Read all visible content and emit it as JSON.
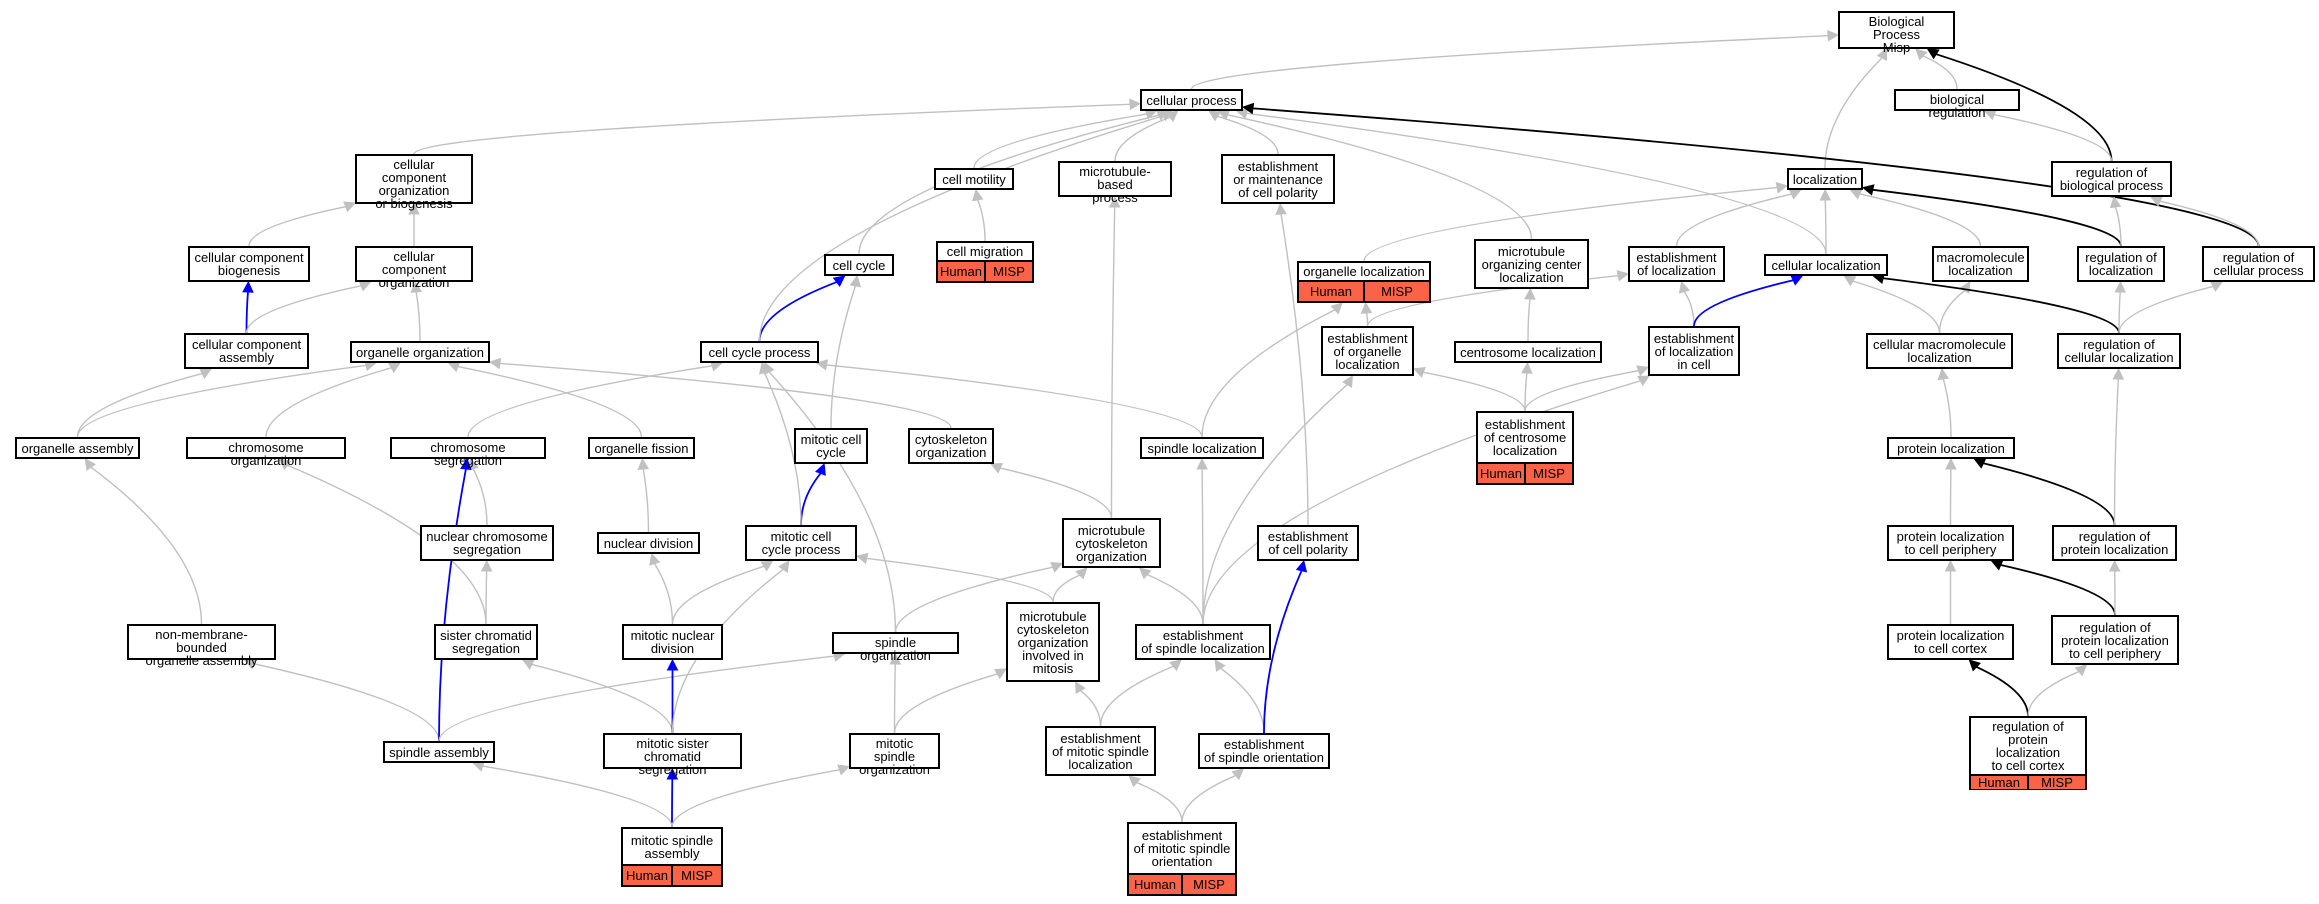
{
  "colors": {
    "gray": "#c0c0c0",
    "black": "#000000",
    "blue": "#0000ff",
    "annotation": "#fa6348"
  },
  "nodes": {
    "bp": "Biological Process\nMisp",
    "cp": "cellular process",
    "breg": "biological regulation",
    "ccob": "cellular component\norganization\nor biogenesis",
    "motil": "cell motility",
    "mtbp": "microtubule-based\nprocess",
    "estpol": "establishment\nor maintenance\nof cell polarity",
    "loc": "localization",
    "regbp": "regulation of\nbiological process",
    "ccb": "cellular component\nbiogenesis",
    "cco": "cellular component\norganization",
    "cc": "cell cycle",
    "migr": "cell migration",
    "orgloc": "organelle localization",
    "mtoc": "microtubule\norganizing center\nlocalization",
    "estloc": "establishment\nof localization",
    "cellloc": "cellular localization",
    "macloc": "macromolecule\nlocalization",
    "regloc": "regulation of\nlocalization",
    "regcp": "regulation of\ncellular process",
    "cca": "cellular component\nassembly",
    "orgorg": "organelle organization",
    "ccp": "cell cycle process",
    "estorgloc": "establishment\nof organelle\nlocalization",
    "centloc": "centrosome localization",
    "estlocincell": "establishment\nof localization\nin cell",
    "cmacloc": "cellular macromolecule\nlocalization",
    "regcellloc": "regulation of\ncellular localization",
    "orgasm": "organelle assembly",
    "chromorg": "chromosome organization",
    "chromseg": "chromosome segregation",
    "orgfis": "organelle fission",
    "mitcc": "mitotic cell\ncycle",
    "cytorg": "cytoskeleton\norganization",
    "spinloc": "spindle localization",
    "estcent": "establishment\nof centrosome\nlocalization",
    "protloc": "protein localization",
    "nucchrom": "nuclear chromosome\nsegregation",
    "nucdiv": "nuclear division",
    "mitccp": "mitotic cell\ncycle process",
    "mtcyt": "microtubule\ncytoskeleton\norganization",
    "estcellpol": "establishment\nof cell polarity",
    "protperi": "protein localization\nto cell periphery",
    "regprotloc": "regulation of\nprotein localization",
    "nmboa": "non-membrane-bounded\norganelle assembly",
    "sischrom": "sister chromatid\nsegregation",
    "mitnuc": "mitotic nuclear\ndivision",
    "spinorg": "spindle organization",
    "mtmit": "microtubule\ncytoskeleton\norganization\ninvolved in\nmitosis",
    "estspinloc": "establishment\nof spindle localization",
    "protcortex": "protein localization\nto cell cortex",
    "regprotperi": "regulation of\nprotein localization\nto cell periphery",
    "spinasm": "spindle assembly",
    "mitsis": "mitotic sister\nchromatid segregation",
    "mitspinorg": "mitotic spindle\norganization",
    "estmitspinloc": "establishment\nof mitotic spindle\nlocalization",
    "estspinori": "establishment\nof spindle orientation",
    "regprotcortex": "regulation of\nprotein localization\nto cell cortex",
    "mitspinasm": "mitotic spindle\nassembly",
    "estmitspinori": "establishment\nof mitotic spindle\norientation"
  },
  "annotation_labels": [
    "Human",
    "MISP"
  ]
}
